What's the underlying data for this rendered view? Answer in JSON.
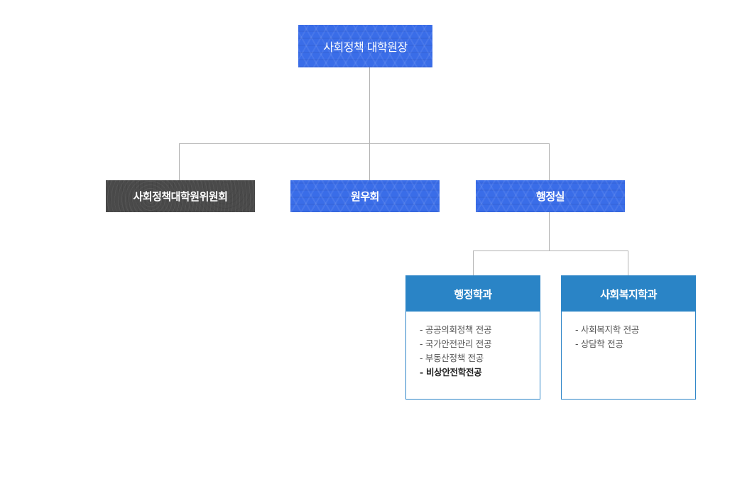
{
  "top": {
    "label": "사회정책 대학원장"
  },
  "level2": {
    "committee": "사회정책대학원위원회",
    "council": "원우회",
    "office": "행정실"
  },
  "departments": [
    {
      "name": "행정학과",
      "majors": [
        "공공의회정책 전공",
        "국가안전관리 전공",
        "부동산정책 전공",
        "비상안전학전공"
      ]
    },
    {
      "name": "사회복지학과",
      "majors": [
        "사회복지학 전공",
        "상담학 전공"
      ]
    }
  ],
  "colors": {
    "primary_blue": "#3a6de8",
    "dark_gray": "#4a4a4a",
    "department_blue": "#2a84c6",
    "connector": "#b3b3b3"
  }
}
